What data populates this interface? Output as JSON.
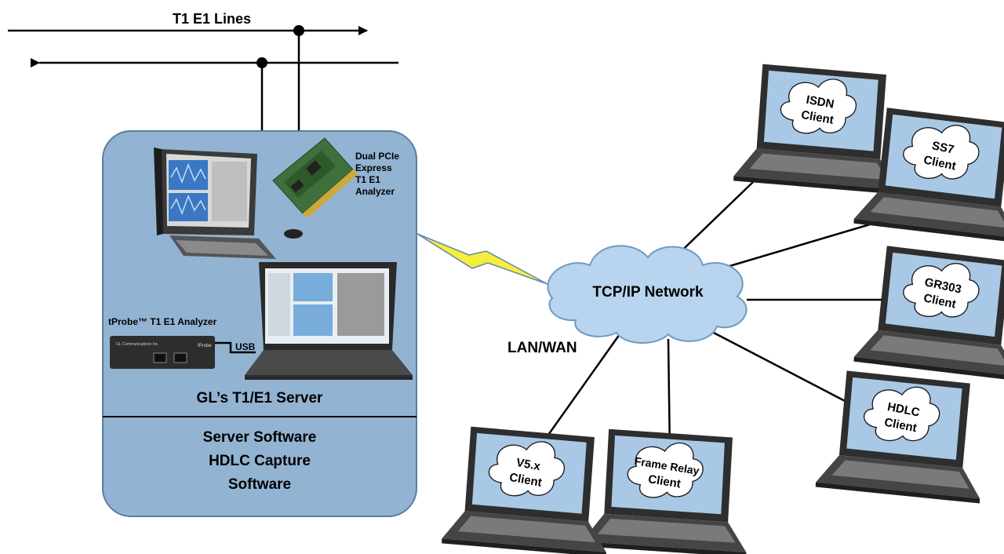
{
  "lines": {
    "title": "T1 E1 Lines"
  },
  "server": {
    "card_label": [
      "Dual PCIe",
      "Express",
      "T1 E1",
      "Analyzer"
    ],
    "tprobe_label": "tProbe™ T1 E1 Analyzer",
    "tprobe_vendor": "GL Communications Inc.",
    "tprobe_logo": "tProbe",
    "usb_label": "USB",
    "title": "GL’s T1/E1 Server",
    "software": [
      "Server Software",
      "HDLC Capture",
      "Software"
    ]
  },
  "network": {
    "label": "TCP/IP Network",
    "lan_wan": "LAN/WAN"
  },
  "clients": {
    "isdn": [
      "ISDN",
      "Client"
    ],
    "ss7": [
      "SS7",
      "Client"
    ],
    "gr303": [
      "GR303",
      "Client"
    ],
    "hdlc": [
      "HDLC",
      "Client"
    ],
    "frame_relay": [
      "Frame Relay",
      "Client"
    ],
    "v5x": [
      "V5.x",
      "Client"
    ]
  },
  "colors": {
    "server_panel": "#93b3d3",
    "cloud": "#b8d4ee",
    "bolt": "#f5ee3a",
    "laptop_screen": "#a8c8e6"
  },
  "icons": {
    "lines": "arrow-line-icon",
    "workstation": "desktop-workstation-icon",
    "card": "pcie-card-icon",
    "laptop": "laptop-icon",
    "probe": "analyzer-device-icon",
    "cloud": "cloud-icon",
    "link": "lightning-bolt-icon"
  }
}
